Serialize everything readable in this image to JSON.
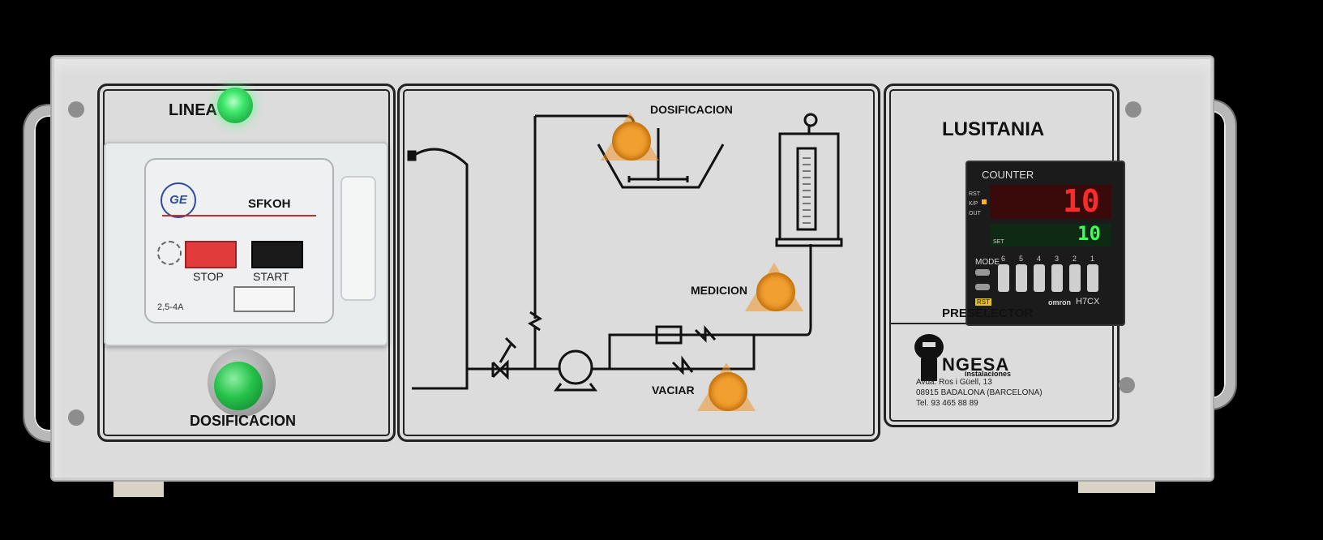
{
  "panel": {
    "left": {
      "linea_label": "LINEA",
      "dosificacion_label": "DOSIFICACION",
      "breaker": {
        "brand_icon": "ge-logo-icon",
        "model": "SFKOH",
        "stop_label": "STOP",
        "start_label": "START",
        "rating": "2,5-4A"
      }
    },
    "diagram": {
      "dosificacion_label": "DOSIFICACION",
      "medicion_label": "MEDICION",
      "vaciar_label": "VACIAR"
    },
    "right": {
      "brand": "LUSITANIA",
      "counter": {
        "title": "COUNTER",
        "value": "10",
        "set_label": "SET",
        "set_value": "10",
        "side_labels": [
          "RST",
          "K/P",
          "OUT"
        ],
        "mode_label": "MODE",
        "rst_label": "RST",
        "maker": "omron",
        "model": "H7CX",
        "dial_labels": [
          "6",
          "5",
          "4",
          "3",
          "2",
          "1"
        ]
      },
      "preselector_label": "PRESELECTOR",
      "company": {
        "name": "NGESA",
        "tagline": "instalaciones",
        "address_1": "Avda. Ros i Güell, 13",
        "address_2": "08915 BADALONA (BARCELONA)",
        "phone": "Tel. 93 465 88 89"
      }
    }
  },
  "colors": {
    "panel": "#dcdcdc",
    "linea_lamp": "#3ee86b",
    "dosificacion_button": "#25c14a",
    "amber_lamp": "#f0a030",
    "counter_red": "#ff2a2a",
    "counter_green": "#3dff5a"
  }
}
